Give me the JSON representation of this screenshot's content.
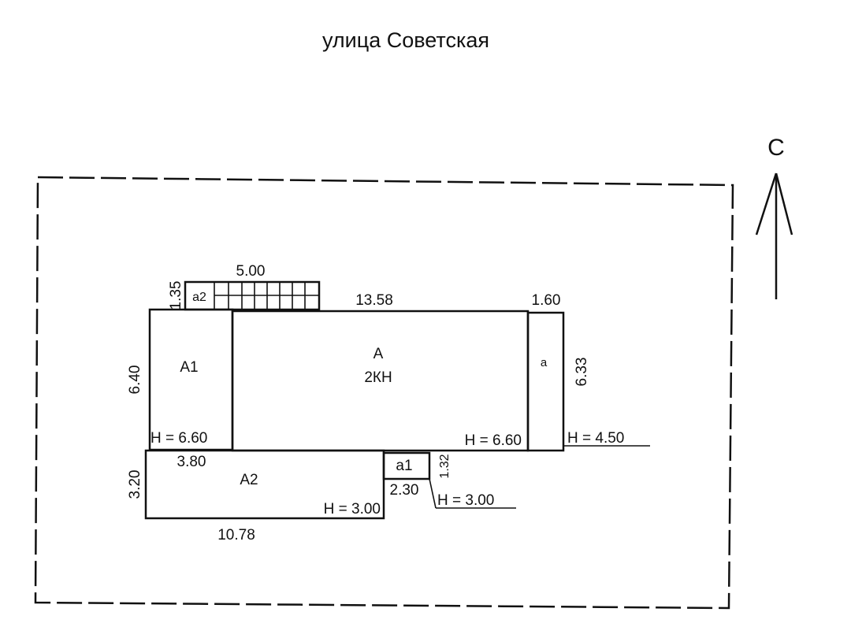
{
  "street": "улица Советская",
  "north": "С",
  "rooms": {
    "A": "А",
    "A_sub": "2КН",
    "A1": "А1",
    "A2": "А2",
    "a": "а",
    "a1": "а1",
    "a2": "а2"
  },
  "dimensions": {
    "porch_width": "5.00",
    "porch_depth": "1.35",
    "main_length": "13.58",
    "annex_width": "1.60",
    "left_height": "6.40",
    "right_height": "6.33",
    "a2_width_label": "3.80",
    "a2_height": "3.20",
    "bottom_length": "10.78",
    "a1_width": "2.30",
    "a1_depth": "1.32"
  },
  "heights": {
    "A1": "Н = 6.60",
    "A": "Н = 6.60",
    "a": "Н = 4.50",
    "A2": "Н = 3.00",
    "a1": "Н = 3.00"
  }
}
